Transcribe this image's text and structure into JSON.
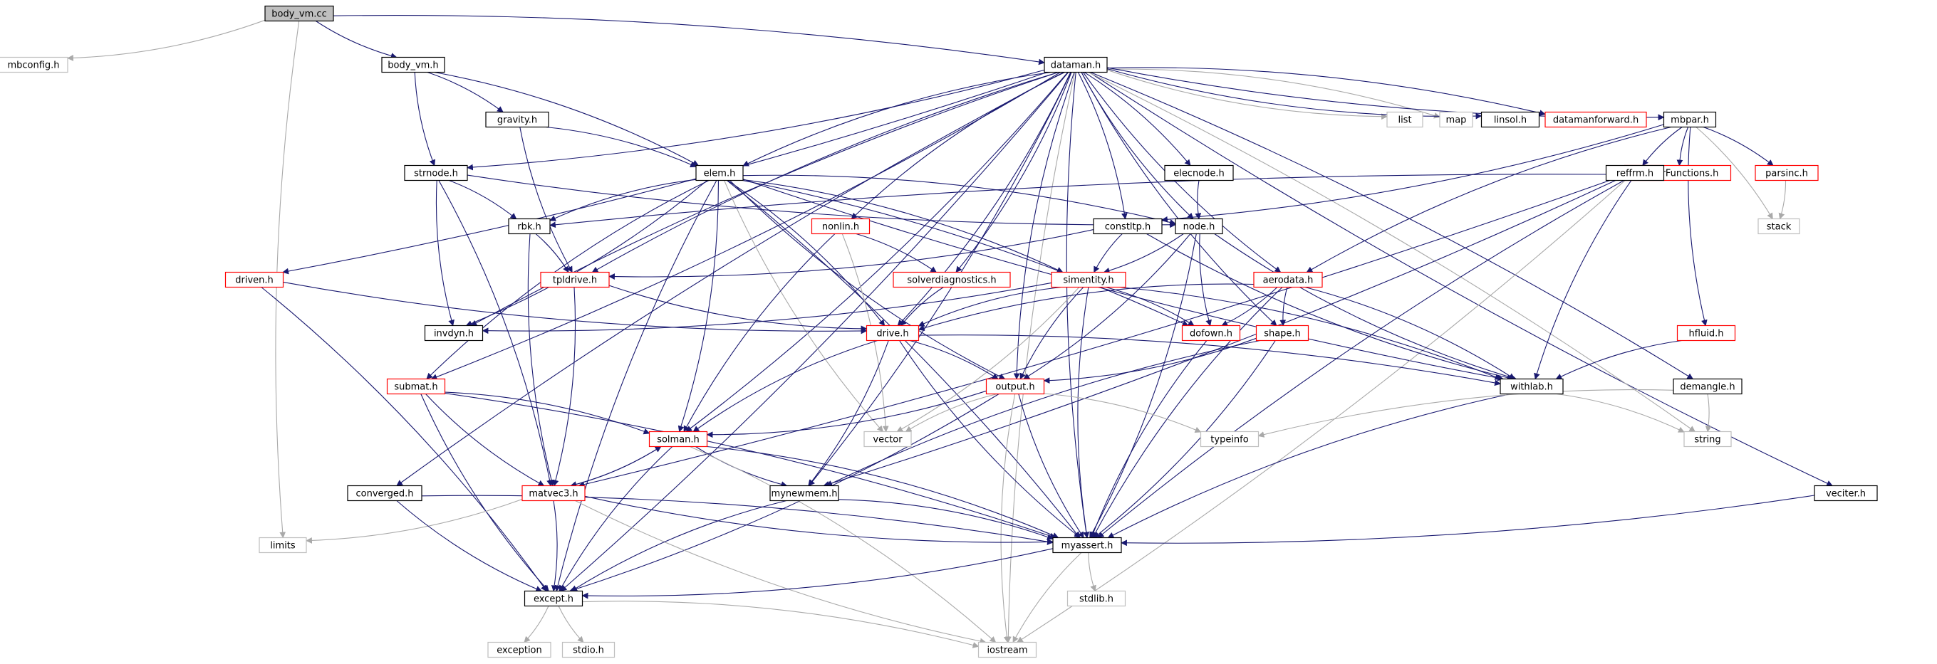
{
  "colors": {
    "edge": "#191970",
    "edge_external": "#a9a9a9",
    "node_border_documented": "#000000",
    "node_border_undocumented": "#ff0000",
    "node_border_external": "#bfbfbf",
    "root_fill": "#bfbfbf",
    "text": "#000000"
  },
  "nodes": [
    {
      "id": "body_vm_cc",
      "label": "body_vm.cc",
      "kind": "root"
    },
    {
      "id": "mbconfig_h",
      "label": "mbconfig.h",
      "kind": "external"
    },
    {
      "id": "body_vm_h",
      "label": "body_vm.h",
      "kind": "doc"
    },
    {
      "id": "dataman_h",
      "label": "dataman.h",
      "kind": "doc"
    },
    {
      "id": "gravity_h",
      "label": "gravity.h",
      "kind": "doc"
    },
    {
      "id": "strnode_h",
      "label": "strnode.h",
      "kind": "doc"
    },
    {
      "id": "elem_h",
      "label": "elem.h",
      "kind": "doc"
    },
    {
      "id": "list",
      "label": "list",
      "kind": "external"
    },
    {
      "id": "map",
      "label": "map",
      "kind": "external"
    },
    {
      "id": "linsol_h",
      "label": "linsol.h",
      "kind": "doc"
    },
    {
      "id": "datamanforward_h",
      "label": "datamanforward.h",
      "kind": "undoc"
    },
    {
      "id": "mbpar_h",
      "label": "mbpar.h",
      "kind": "doc"
    },
    {
      "id": "scalarfunctions_h",
      "label": "ScalarFunctions.h",
      "kind": "undoc"
    },
    {
      "id": "parsinc_h",
      "label": "parsinc.h",
      "kind": "undoc"
    },
    {
      "id": "reffrm_h",
      "label": "reffrm.h",
      "kind": "doc"
    },
    {
      "id": "stack",
      "label": "stack",
      "kind": "external"
    },
    {
      "id": "elecnode_h",
      "label": "elecnode.h",
      "kind": "doc"
    },
    {
      "id": "rbk_h",
      "label": "rbk.h",
      "kind": "doc"
    },
    {
      "id": "nonlin_h",
      "label": "nonlin.h",
      "kind": "undoc"
    },
    {
      "id": "constltp_h",
      "label": "constltp.h",
      "kind": "doc"
    },
    {
      "id": "node_h",
      "label": "node.h",
      "kind": "doc"
    },
    {
      "id": "driven_h",
      "label": "driven.h",
      "kind": "undoc"
    },
    {
      "id": "tpldrive_h",
      "label": "tpldrive.h",
      "kind": "undoc"
    },
    {
      "id": "solverdiagnostics_h",
      "label": "solverdiagnostics.h",
      "kind": "undoc"
    },
    {
      "id": "simentity_h",
      "label": "simentity.h",
      "kind": "undoc"
    },
    {
      "id": "aerodata_h",
      "label": "aerodata.h",
      "kind": "undoc"
    },
    {
      "id": "invdyn_h",
      "label": "invdyn.h",
      "kind": "doc"
    },
    {
      "id": "drive_h",
      "label": "drive.h",
      "kind": "undoc"
    },
    {
      "id": "dofown_h",
      "label": "dofown.h",
      "kind": "undoc"
    },
    {
      "id": "shape_h",
      "label": "shape.h",
      "kind": "undoc"
    },
    {
      "id": "hfluid_h",
      "label": "hfluid.h",
      "kind": "undoc"
    },
    {
      "id": "submat_h",
      "label": "submat.h",
      "kind": "undoc"
    },
    {
      "id": "output_h",
      "label": "output.h",
      "kind": "undoc"
    },
    {
      "id": "withlab_h",
      "label": "withlab.h",
      "kind": "doc"
    },
    {
      "id": "demangle_h",
      "label": "demangle.h",
      "kind": "doc"
    },
    {
      "id": "solman_h",
      "label": "solman.h",
      "kind": "undoc"
    },
    {
      "id": "vector",
      "label": "vector",
      "kind": "external"
    },
    {
      "id": "typeinfo",
      "label": "typeinfo",
      "kind": "external"
    },
    {
      "id": "string",
      "label": "string",
      "kind": "external"
    },
    {
      "id": "converged_h",
      "label": "converged.h",
      "kind": "doc"
    },
    {
      "id": "matvec3_h",
      "label": "matvec3.h",
      "kind": "undoc"
    },
    {
      "id": "mynewmem_h",
      "label": "mynewmem.h",
      "kind": "doc"
    },
    {
      "id": "veciter_h",
      "label": "veciter.h",
      "kind": "doc"
    },
    {
      "id": "limits",
      "label": "limits",
      "kind": "external"
    },
    {
      "id": "myassert_h",
      "label": "myassert.h",
      "kind": "doc"
    },
    {
      "id": "except_h",
      "label": "except.h",
      "kind": "doc"
    },
    {
      "id": "stdlib_h",
      "label": "stdlib.h",
      "kind": "external"
    },
    {
      "id": "exception",
      "label": "exception",
      "kind": "external"
    },
    {
      "id": "stdio_h",
      "label": "stdio.h",
      "kind": "external"
    },
    {
      "id": "iostream",
      "label": "iostream",
      "kind": "external"
    }
  ],
  "edges": [
    [
      "body_vm_cc",
      "mbconfig_h"
    ],
    [
      "body_vm_cc",
      "body_vm_h"
    ],
    [
      "body_vm_cc",
      "dataman_h"
    ],
    [
      "body_vm_cc",
      "limits"
    ],
    [
      "body_vm_h",
      "gravity_h"
    ],
    [
      "body_vm_h",
      "strnode_h"
    ],
    [
      "body_vm_h",
      "elem_h"
    ],
    [
      "dataman_h",
      "list"
    ],
    [
      "dataman_h",
      "map"
    ],
    [
      "dataman_h",
      "linsol_h"
    ],
    [
      "dataman_h",
      "datamanforward_h"
    ],
    [
      "dataman_h",
      "mbpar_h"
    ],
    [
      "dataman_h",
      "elecnode_h"
    ],
    [
      "dataman_h",
      "elem_h"
    ],
    [
      "dataman_h",
      "strnode_h"
    ],
    [
      "dataman_h",
      "nonlin_h"
    ],
    [
      "dataman_h",
      "constltp_h"
    ],
    [
      "dataman_h",
      "node_h"
    ],
    [
      "dataman_h",
      "driven_h"
    ],
    [
      "dataman_h",
      "tpldrive_h"
    ],
    [
      "dataman_h",
      "solverdiagnostics_h"
    ],
    [
      "dataman_h",
      "invdyn_h"
    ],
    [
      "dataman_h",
      "drive_h"
    ],
    [
      "dataman_h",
      "shape_h"
    ],
    [
      "dataman_h",
      "submat_h"
    ],
    [
      "dataman_h",
      "output_h"
    ],
    [
      "dataman_h",
      "solman_h"
    ],
    [
      "dataman_h",
      "converged_h"
    ],
    [
      "dataman_h",
      "mynewmem_h"
    ],
    [
      "dataman_h",
      "myassert_h"
    ],
    [
      "dataman_h",
      "except_h"
    ],
    [
      "dataman_h",
      "veciter_h"
    ],
    [
      "dataman_h",
      "demangle_h"
    ],
    [
      "dataman_h",
      "aerodata_h"
    ],
    [
      "dataman_h",
      "string"
    ],
    [
      "dataman_h",
      "iostream"
    ],
    [
      "gravity_h",
      "elem_h"
    ],
    [
      "gravity_h",
      "tpldrive_h"
    ],
    [
      "strnode_h",
      "rbk_h"
    ],
    [
      "strnode_h",
      "invdyn_h"
    ],
    [
      "strnode_h",
      "matvec3_h"
    ],
    [
      "strnode_h",
      "node_h"
    ],
    [
      "elem_h",
      "node_h"
    ],
    [
      "elem_h",
      "rbk_h"
    ],
    [
      "elem_h",
      "invdyn_h"
    ],
    [
      "elem_h",
      "submat_h"
    ],
    [
      "elem_h",
      "simentity_h"
    ],
    [
      "elem_h",
      "output_h"
    ],
    [
      "elem_h",
      "solman_h"
    ],
    [
      "elem_h",
      "vector"
    ],
    [
      "elem_h",
      "myassert_h"
    ],
    [
      "elem_h",
      "except_h"
    ],
    [
      "elem_h",
      "dofown_h"
    ],
    [
      "elem_h",
      "withlab_h"
    ],
    [
      "elem_h",
      "drive_h"
    ],
    [
      "mbpar_h",
      "scalarfunctions_h"
    ],
    [
      "mbpar_h",
      "parsinc_h"
    ],
    [
      "mbpar_h",
      "reffrm_h"
    ],
    [
      "mbpar_h",
      "stack"
    ],
    [
      "mbpar_h",
      "hfluid_h"
    ],
    [
      "mbpar_h",
      "constltp_h"
    ],
    [
      "mbpar_h",
      "aerodata_h"
    ],
    [
      "parsinc_h",
      "stack"
    ],
    [
      "reffrm_h",
      "rbk_h"
    ],
    [
      "reffrm_h",
      "matvec3_h"
    ],
    [
      "reffrm_h",
      "withlab_h"
    ],
    [
      "reffrm_h",
      "mynewmem_h"
    ],
    [
      "reffrm_h",
      "myassert_h"
    ],
    [
      "reffrm_h",
      "iostream"
    ],
    [
      "elecnode_h",
      "node_h"
    ],
    [
      "rbk_h",
      "tpldrive_h"
    ],
    [
      "rbk_h",
      "matvec3_h"
    ],
    [
      "nonlin_h",
      "solverdiagnostics_h"
    ],
    [
      "nonlin_h",
      "solman_h"
    ],
    [
      "nonlin_h",
      "vector"
    ],
    [
      "constltp_h",
      "simentity_h"
    ],
    [
      "constltp_h",
      "tpldrive_h"
    ],
    [
      "constltp_h",
      "withlab_h"
    ],
    [
      "node_h",
      "simentity_h"
    ],
    [
      "node_h",
      "dofown_h"
    ],
    [
      "node_h",
      "output_h"
    ],
    [
      "node_h",
      "withlab_h"
    ],
    [
      "node_h",
      "myassert_h"
    ],
    [
      "driven_h",
      "drive_h"
    ],
    [
      "driven_h",
      "except_h"
    ],
    [
      "tpldrive_h",
      "drive_h"
    ],
    [
      "tpldrive_h",
      "matvec3_h"
    ],
    [
      "solverdiagnostics_h",
      "drive_h"
    ],
    [
      "simentity_h",
      "invdyn_h"
    ],
    [
      "simentity_h",
      "drive_h"
    ],
    [
      "simentity_h",
      "dofown_h"
    ],
    [
      "simentity_h",
      "output_h"
    ],
    [
      "simentity_h",
      "vector"
    ],
    [
      "simentity_h",
      "myassert_h"
    ],
    [
      "simentity_h",
      "withlab_h"
    ],
    [
      "aerodata_h",
      "drive_h"
    ],
    [
      "aerodata_h",
      "dofown_h"
    ],
    [
      "aerodata_h",
      "shape_h"
    ],
    [
      "aerodata_h",
      "withlab_h"
    ],
    [
      "aerodata_h",
      "myassert_h"
    ],
    [
      "drive_h",
      "output_h"
    ],
    [
      "drive_h",
      "solman_h"
    ],
    [
      "drive_h",
      "mynewmem_h"
    ],
    [
      "drive_h",
      "myassert_h"
    ],
    [
      "drive_h",
      "withlab_h"
    ],
    [
      "dofown_h",
      "myassert_h"
    ],
    [
      "shape_h",
      "output_h"
    ],
    [
      "shape_h",
      "mynewmem_h"
    ],
    [
      "shape_h",
      "myassert_h"
    ],
    [
      "hfluid_h",
      "withlab_h"
    ],
    [
      "submat_h",
      "solman_h"
    ],
    [
      "submat_h",
      "matvec3_h"
    ],
    [
      "submat_h",
      "myassert_h"
    ],
    [
      "submat_h",
      "except_h"
    ],
    [
      "output_h",
      "solman_h"
    ],
    [
      "output_h",
      "vector"
    ],
    [
      "output_h",
      "typeinfo"
    ],
    [
      "output_h",
      "myassert_h"
    ],
    [
      "output_h",
      "except_h"
    ],
    [
      "output_h",
      "iostream"
    ],
    [
      "withlab_h",
      "string"
    ],
    [
      "withlab_h",
      "myassert_h"
    ],
    [
      "demangle_h",
      "string"
    ],
    [
      "demangle_h",
      "typeinfo"
    ],
    [
      "solman_h",
      "matvec3_h"
    ],
    [
      "solman_h",
      "mynewmem_h"
    ],
    [
      "solman_h",
      "myassert_h"
    ],
    [
      "solman_h",
      "except_h"
    ],
    [
      "solman_h",
      "iostream"
    ],
    [
      "matvec3_h",
      "solman_h"
    ],
    [
      "matvec3_h",
      "limits"
    ],
    [
      "matvec3_h",
      "myassert_h"
    ],
    [
      "matvec3_h",
      "except_h"
    ],
    [
      "matvec3_h",
      "iostream"
    ],
    [
      "converged_h",
      "myassert_h"
    ],
    [
      "converged_h",
      "except_h"
    ],
    [
      "mynewmem_h",
      "myassert_h"
    ],
    [
      "mynewmem_h",
      "except_h"
    ],
    [
      "veciter_h",
      "myassert_h"
    ],
    [
      "myassert_h",
      "stdlib_h"
    ],
    [
      "myassert_h",
      "except_h"
    ],
    [
      "myassert_h",
      "iostream"
    ],
    [
      "except_h",
      "exception"
    ],
    [
      "except_h",
      "stdio_h"
    ],
    [
      "except_h",
      "iostream"
    ]
  ]
}
